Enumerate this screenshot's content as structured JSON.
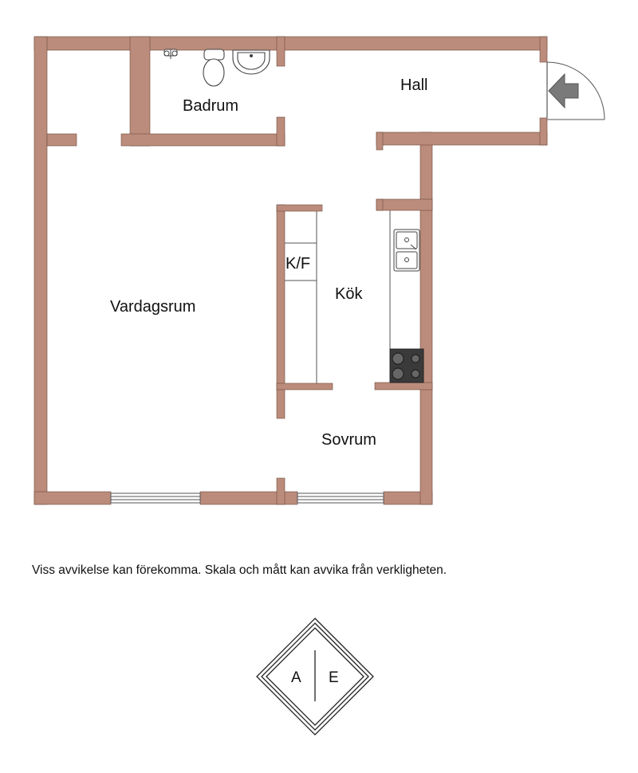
{
  "colors": {
    "wall": "#bb8c7b",
    "wall_outline": "#6e4a3e",
    "background": "#ffffff",
    "fixture_line": "#444444",
    "stove": "#3a3a3a",
    "arrow": "#7a7a7a"
  },
  "rooms": {
    "badrum": "Badrum",
    "hall": "Hall",
    "vardagsrum": "Vardagsrum",
    "kok": "Kök",
    "kf": "K/F",
    "sovrum": "Sovrum"
  },
  "icons": {
    "entrance": "entrance-arrow-icon",
    "toilet": "toilet-icon",
    "washbasin": "washbasin-icon",
    "shower": "shower-tap-icon",
    "sink": "kitchen-sink-icon",
    "stove": "stove-icon"
  },
  "disclaimer": "Viss avvikelse kan förekomma. Skala och mått kan avvika från verkligheten.",
  "logo": {
    "left_letter": "A",
    "right_letter": "E"
  }
}
